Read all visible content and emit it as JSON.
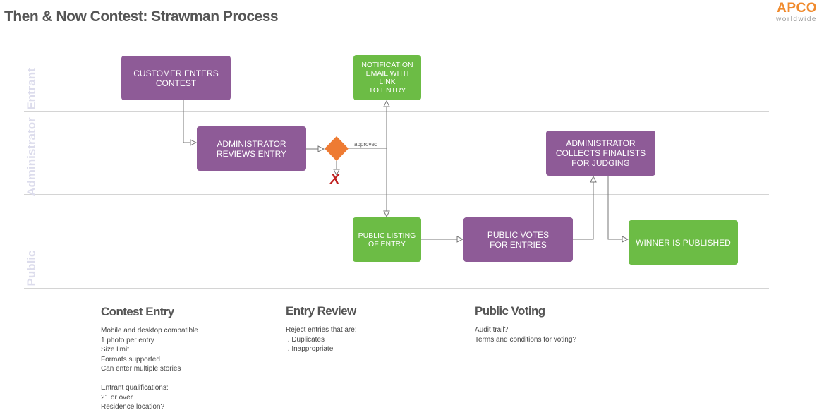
{
  "page": {
    "title": "Then & Now Contest: Strawman Process",
    "logo": {
      "main": "APCO",
      "sub": "worldwide"
    }
  },
  "lanes": [
    "Entrant",
    "Administrator",
    "Public"
  ],
  "nodes": {
    "customer_enters": "CUSTOMER ENTERS\nCONTEST",
    "admin_reviews": "ADMINISTRATOR\nREVIEWS ENTRY",
    "notification": "NOTIFICATION\nEMAIL WITH LINK\nTO ENTRY",
    "public_listing": "PUBLIC LISTING\nOF ENTRY",
    "public_votes": "PUBLIC VOTES\nFOR ENTRIES",
    "admin_collects": "ADMINISTRATOR\nCOLLECTS FINALISTS\nFOR JUDGING",
    "winner": "WINNER IS PUBLISHED"
  },
  "decision": {
    "approved_label": "approved",
    "reject_mark": "X"
  },
  "colors": {
    "process": "#8e5b97",
    "output": "#6cbc45",
    "decision": "#ee7b33",
    "reject": "#c0201f",
    "brand": "#f08a2c"
  },
  "sections": [
    {
      "title": "Contest Entry",
      "lines": [
        "Mobile and desktop compatible",
        "1 photo per entry",
        "Size limit",
        "Formats supported",
        "Can enter multiple stories",
        "",
        "Entrant qualifications:",
        "21 or over",
        "Residence location?"
      ]
    },
    {
      "title": "Entry Review",
      "lines": [
        "Reject entries that are:",
        " . Duplicates",
        " . Inappropriate"
      ]
    },
    {
      "title": "Public Voting",
      "lines": [
        "Audit trail?",
        "Terms and conditions for voting?"
      ]
    }
  ]
}
